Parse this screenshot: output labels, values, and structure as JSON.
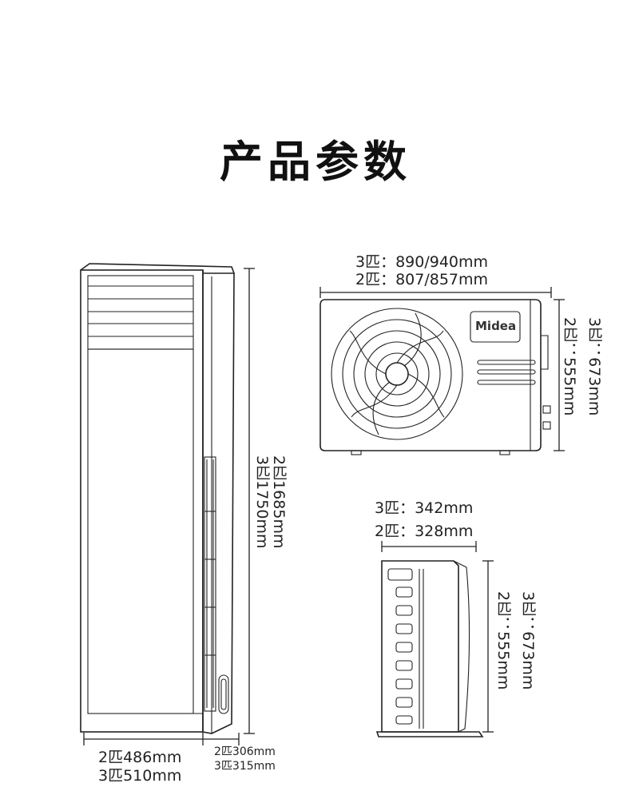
{
  "title": "产品参数",
  "indoor_unit": {
    "height": {
      "line1": "2匹1685mm",
      "line2": "3匹1750mm"
    },
    "width": {
      "line1": "2匹486mm",
      "line2": "3匹510mm"
    },
    "depth": {
      "line1": "2匹306mm",
      "line2": "3匹315mm"
    }
  },
  "outdoor_unit_front": {
    "brand": "Midea",
    "width": {
      "line1": "3匹：890/940mm",
      "line2": "2匹：807/857mm"
    },
    "height": {
      "line1": "3匹：673mm",
      "line2": "2匹：555mm"
    }
  },
  "outdoor_unit_side": {
    "depth": {
      "line1": "3匹：342mm",
      "line2": "2匹：328mm"
    },
    "height": {
      "line1": "3匹：673mm",
      "line2": "2匹：555mm"
    }
  }
}
